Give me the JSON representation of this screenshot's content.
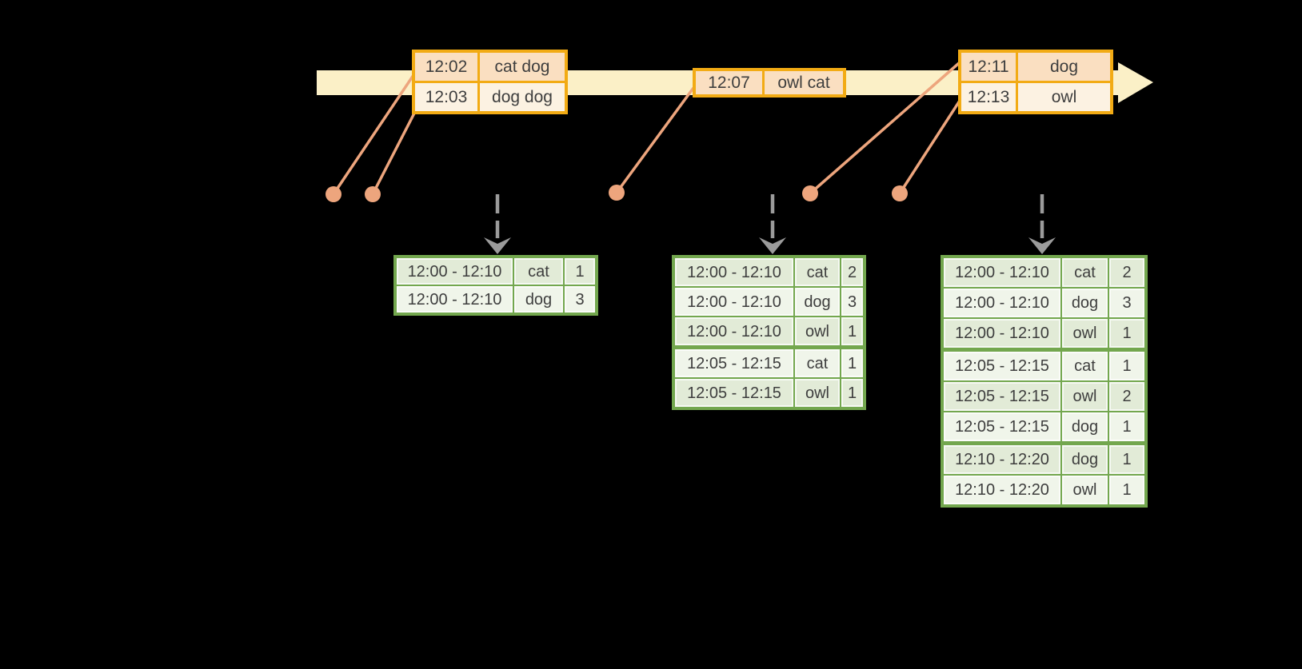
{
  "timeline": {
    "direction": "right",
    "events": [
      {
        "time": "12:02",
        "words": "cat dog"
      },
      {
        "time": "12:03",
        "words": "dog dog"
      },
      {
        "time": "12:07",
        "words": "owl cat"
      },
      {
        "time": "12:11",
        "words": "dog"
      },
      {
        "time": "12:13",
        "words": "owl"
      }
    ]
  },
  "event_tables": [
    {
      "rows": [
        {
          "time": "12:02",
          "words": "cat dog"
        },
        {
          "time": "12:03",
          "words": "dog dog"
        }
      ]
    },
    {
      "rows": [
        {
          "time": "12:07",
          "words": "owl cat"
        }
      ]
    },
    {
      "rows": [
        {
          "time": "12:11",
          "words": "dog"
        },
        {
          "time": "12:13",
          "words": "owl"
        }
      ]
    }
  ],
  "result_tables": [
    {
      "rows": [
        {
          "window": "12:00 - 12:10",
          "word": "cat",
          "count": "1"
        },
        {
          "window": "12:00 - 12:10",
          "word": "dog",
          "count": "3"
        }
      ],
      "group_breaks": []
    },
    {
      "rows": [
        {
          "window": "12:00 - 12:10",
          "word": "cat",
          "count": "2"
        },
        {
          "window": "12:00 - 12:10",
          "word": "dog",
          "count": "3"
        },
        {
          "window": "12:00 - 12:10",
          "word": "owl",
          "count": "1"
        },
        {
          "window": "12:05 - 12:15",
          "word": "cat",
          "count": "1"
        },
        {
          "window": "12:05 - 12:15",
          "word": "owl",
          "count": "1"
        }
      ],
      "group_breaks": [
        3
      ]
    },
    {
      "rows": [
        {
          "window": "12:00 - 12:10",
          "word": "cat",
          "count": "2"
        },
        {
          "window": "12:00 - 12:10",
          "word": "dog",
          "count": "3"
        },
        {
          "window": "12:00 - 12:10",
          "word": "owl",
          "count": "1"
        },
        {
          "window": "12:05 - 12:15",
          "word": "cat",
          "count": "1"
        },
        {
          "window": "12:05 - 12:15",
          "word": "owl",
          "count": "2"
        },
        {
          "window": "12:05 - 12:15",
          "word": "dog",
          "count": "1"
        },
        {
          "window": "12:10 - 12:20",
          "word": "dog",
          "count": "1"
        },
        {
          "window": "12:10 - 12:20",
          "word": "owl",
          "count": "1"
        }
      ],
      "group_breaks": [
        3,
        6
      ]
    }
  ],
  "colors": {
    "background": "#000000",
    "timeline_band": "#FBF0C7",
    "event_table_border": "#F2AB14",
    "event_row_peach": "#FADFC1",
    "event_row_cream": "#FCF2E2",
    "connector": "#EDA57D",
    "trigger_arrow": "#9B9B9B",
    "result_table_border": "#73A74E",
    "result_row_sage": "#E2EBD7",
    "result_row_light": "#F0F5EA",
    "text": "#3E3E3E"
  }
}
